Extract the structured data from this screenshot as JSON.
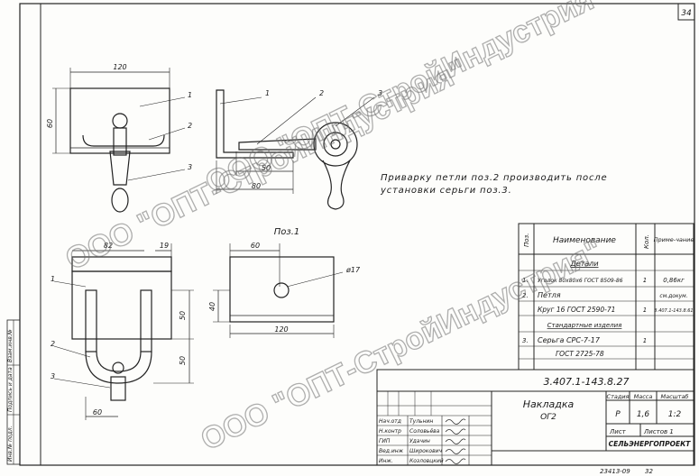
{
  "sheet": {
    "page_number": "34",
    "footer_code": "23413-09",
    "footer_page": "32"
  },
  "notes": {
    "welding_line1": "Приварку петли поз.2 производить после",
    "welding_line2": "установки серьги поз.3."
  },
  "drawing": {
    "dim_120_top": "120",
    "dim_60_left": "60",
    "dim_50": "50",
    "dim_80": "80",
    "pos_title": "Поз.1",
    "dim_60_pos1": "60",
    "dim_40": "40",
    "dim_120_pos1": "120",
    "dim_d17": "ø17",
    "dim_82": "82",
    "dim_19": "19",
    "dim_50_a": "50",
    "dim_50_b": "50",
    "dim_60_bottom": "60",
    "callouts": [
      "1",
      "2",
      "3",
      "1",
      "2",
      "3",
      "1",
      "2",
      "3"
    ]
  },
  "spec_table": {
    "headers": {
      "pos": "Поз.",
      "name": "Наименование",
      "qty": "Кол.",
      "note": "Приме-чание"
    },
    "section_details": "Детали",
    "row1": {
      "pos": "1.",
      "name": "Уголок 80х80х6 ГОСТ 8509-86",
      "qty": "1",
      "note": "0,86кг"
    },
    "row2a": {
      "pos": "2.",
      "name": "Петля",
      "qty": "",
      "note": "см.докум."
    },
    "row2b": {
      "pos": "",
      "name": "Круг 16 ГОСТ 2590-71",
      "qty": "1",
      "note": "3.407.1-143.8.61"
    },
    "section_standard": "Стандартные изделия",
    "row3a": {
      "pos": "3.",
      "name": "Серьга СРС-7-17",
      "qty": "1",
      "note": ""
    },
    "row3b": {
      "pos": "",
      "name": "ГОСТ 2725-78",
      "qty": "",
      "note": ""
    }
  },
  "title_block": {
    "doc_code": "3.407.1-143.8.27",
    "item_name": "Накладка",
    "item_code": "ОГ2",
    "stage_label": "Стадия",
    "mass_label": "Масса",
    "scale_label": "Масштаб",
    "stage": "Р",
    "mass": "1,6",
    "scale": "1:2",
    "sheet_label": "Лист",
    "sheets_label": "Листов 1",
    "org": "СЕЛЬЭНЕРГОПРОЕКТ",
    "roles": [
      "Нач.отд",
      "Н.контр",
      "ГИП",
      "Вед.инж",
      "Инж."
    ],
    "names": [
      "Тульнин",
      "Соловьёва",
      "Удачин",
      "Широкович",
      "Козловцкий"
    ]
  },
  "side_labels": {
    "inv_orig": "Инв.№ подл.",
    "sign_date": "Подпись и дата",
    "inv_dup": "Взам.инв.№"
  },
  "watermarks": [
    "ООО \"ОПТ-СтройИндустрия\"",
    "ООО \"ОПТ-СтройИндустрия\"",
    "ООО \"ОПТ-СтройИндустрия\""
  ]
}
